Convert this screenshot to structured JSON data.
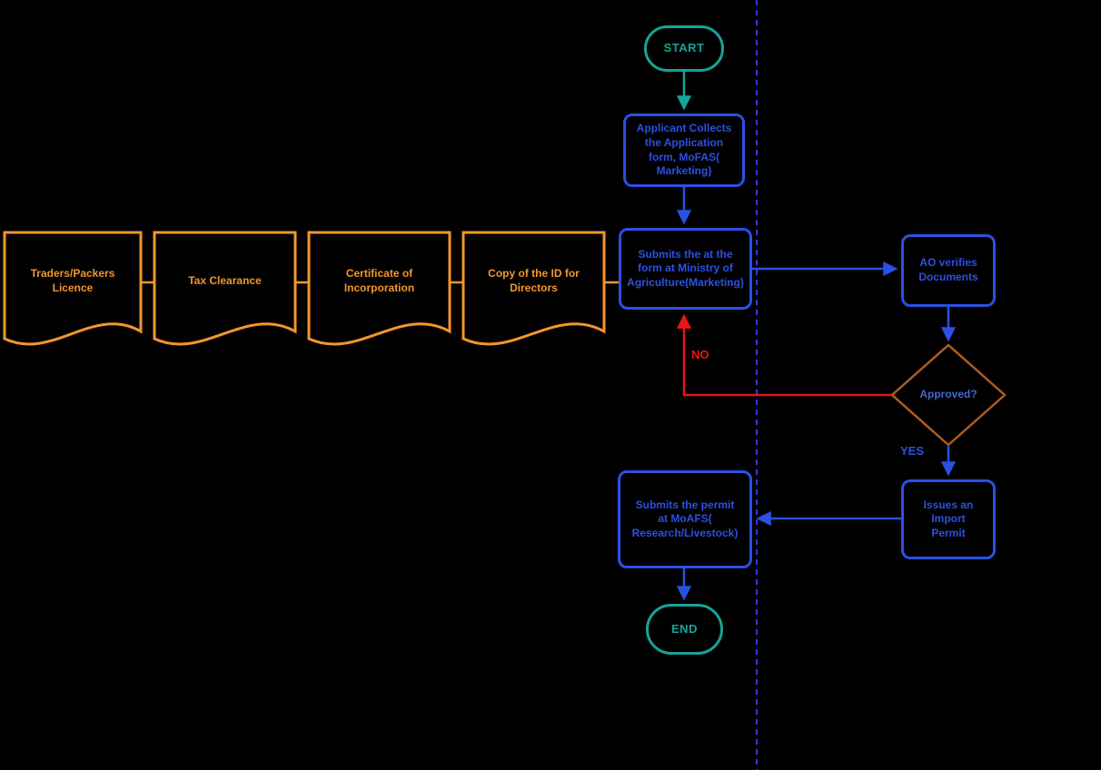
{
  "diagram": {
    "title": "Import permit application flowchart",
    "colors": {
      "terminator": "#17a398",
      "process": "#2b50e3",
      "document": "#f2962c",
      "decision_outline": "#b05a1e",
      "decision_text": "#4468cc",
      "no_branch": "#e81515",
      "lane_divider": "#3535e0",
      "background": "#000000"
    },
    "nodes": {
      "start": {
        "label": "START"
      },
      "collect_form": {
        "label": "Applicant Collects\nthe Application\nform, MoFAS(\nMarketing)"
      },
      "submit_form": {
        "label": "Submits the at the\nform at Ministry of\nAgriculture(Marketing)"
      },
      "ao_verifies": {
        "label": "AO verifies\nDocuments"
      },
      "approved": {
        "label": "Approved?"
      },
      "issues_permit": {
        "label": "Issues an\nImport\nPermit"
      },
      "submit_permit": {
        "label": "Submits the permit\nat MoAFS(\nResearch/Livestock)"
      },
      "end": {
        "label": "END"
      }
    },
    "documents": [
      {
        "label": "Traders/Packers\nLicence"
      },
      {
        "label": "Tax Clearance"
      },
      {
        "label": "Certificate of\nIncorporation"
      },
      {
        "label": "Copy of the ID for\nDirectors"
      }
    ],
    "edge_labels": {
      "no": "NO",
      "yes": "YES"
    }
  }
}
